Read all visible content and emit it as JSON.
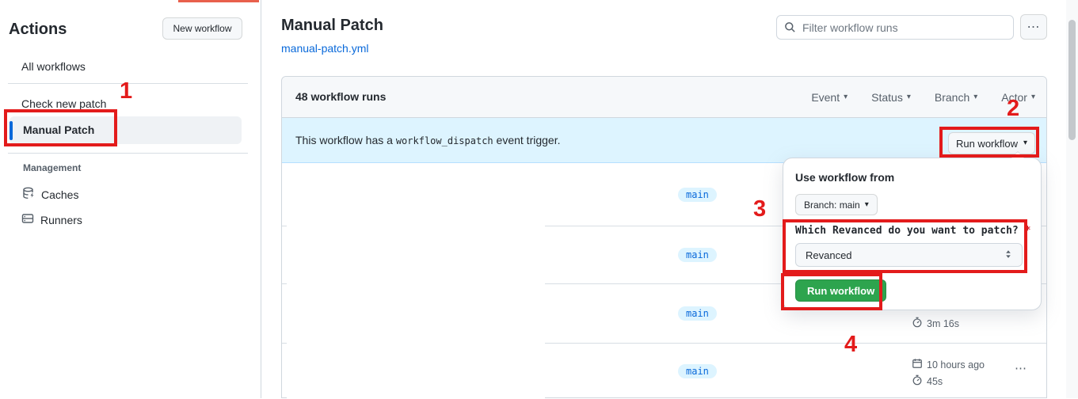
{
  "colors": {
    "accent": "#0969da",
    "banner_bg": "#ddf4ff",
    "button_green": "#2da44e",
    "annotation_red": "#e31b1b",
    "top_strip": "#e8604c"
  },
  "icons": {
    "kebab": "⋯",
    "caret_down": "▾"
  },
  "sidebar": {
    "title": "Actions",
    "new_workflow_button": "New workflow",
    "items": [
      {
        "label": "All workflows"
      },
      {
        "label": "Check new patch"
      },
      {
        "label": "Manual Patch",
        "selected": "true"
      }
    ],
    "management": {
      "heading": "Management",
      "items": [
        {
          "label": "Caches",
          "icon": "cache-icon"
        },
        {
          "label": "Runners",
          "icon": "runners-icon"
        }
      ]
    }
  },
  "header": {
    "title": "Manual Patch",
    "workflow_file_link": "manual-patch.yml",
    "filter_placeholder": "Filter workflow runs"
  },
  "runs_table": {
    "count_label": "48 workflow runs",
    "filters": [
      {
        "label": "Event"
      },
      {
        "label": "Status"
      },
      {
        "label": "Branch"
      },
      {
        "label": "Actor"
      }
    ],
    "banner": {
      "text_before": "This workflow has a ",
      "code": "workflow_dispatch",
      "text_after": " event trigger.",
      "run_workflow_button": "Run workflow"
    },
    "rows": [
      {
        "branch": "main"
      },
      {
        "branch": "main"
      },
      {
        "branch": "main",
        "duration": "3m 16s"
      },
      {
        "branch": "main",
        "time": "10 hours ago",
        "duration": "45s"
      }
    ]
  },
  "run_dialog": {
    "heading": "Use workflow from",
    "branch_button": "Branch: main",
    "input_label": "Which Revanced do you want to patch?",
    "required_marker": "*",
    "select_value": "Revanced",
    "submit_button": "Run workflow"
  },
  "annotations": {
    "step1": "1",
    "step2": "2",
    "step3": "3",
    "step4": "4"
  }
}
